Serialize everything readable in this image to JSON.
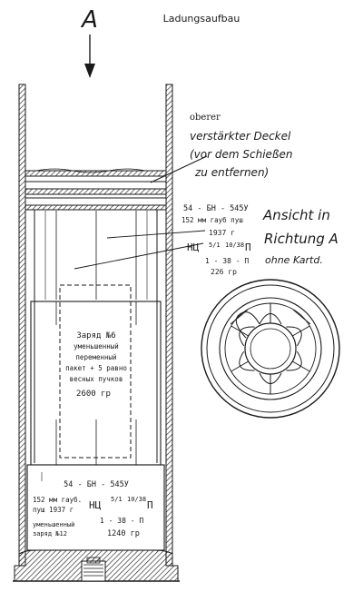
{
  "title": "Ladungsaufbau",
  "view_letter": "A",
  "lid_label": {
    "line1": "oberer",
    "line2": "verstärkter Deckel",
    "line3": "(vor dem Schießen",
    "line4": "zu entfernen)"
  },
  "upper_marking": {
    "line1": "54 - БН - 545У",
    "line2": "152 мм гауб  пуш",
    "line3": "1937 г",
    "line4a": "НЦ",
    "frac_top": "5/1",
    "frac_bot": "10/38",
    "line4b": "П",
    "line5": "1 - 38 - П",
    "line6": "226 гр"
  },
  "view_caption": {
    "line1": "Ansicht in",
    "line2": "Richtung A",
    "line3": "ohne Kartd."
  },
  "bag_label": {
    "line1": "Заряд №6",
    "line2": "уменьшенный",
    "line3": "переменный",
    "line4": "пакет + 5 равно",
    "line5": "весных пучков",
    "line6": "2600 гр"
  },
  "base_marking": {
    "line1": "54 - БН - 545У",
    "line2": "152 мм гауб.",
    "line3": "пуш 1937 г",
    "line4a": "НЦ",
    "frac_top": "5/1",
    "frac_bot": "10/38",
    "line4b": "П",
    "line5": "1 - 38 - П",
    "line6": "уменьшенный",
    "line7": "заряд №12",
    "line8": "1240 гр"
  }
}
